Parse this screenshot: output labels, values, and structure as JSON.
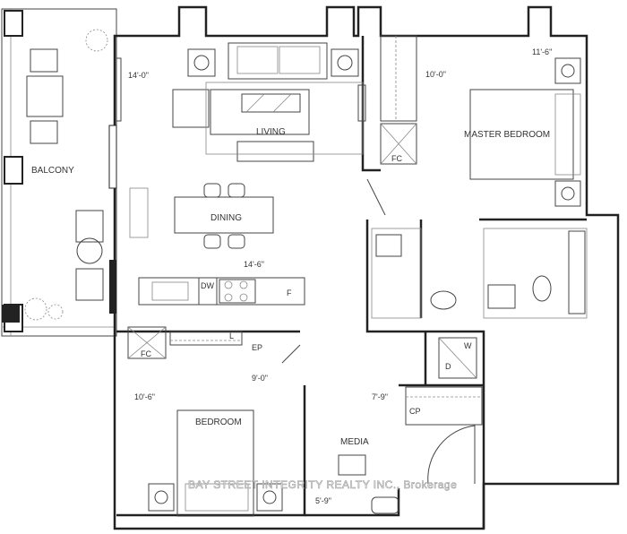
{
  "rooms": {
    "balcony": "BALCONY",
    "living": "LIVING",
    "dining": "DINING",
    "master_bedroom": "MASTER BEDROOM",
    "bedroom": "BEDROOM",
    "media": "MEDIA"
  },
  "fixtures": {
    "fc_master": "FC",
    "fc_bedroom": "FC",
    "dishwasher": "DW",
    "fridge": "F",
    "linen": "L",
    "ep": "EP",
    "washer": "W",
    "dryer": "D",
    "coat_closet": "CP"
  },
  "dimensions": {
    "living": "14'-0\"",
    "master_closet": "10'-0\"",
    "master_bedroom": "11'-6\"",
    "kitchen": "14'-6\"",
    "bedroom_width": "10'-6\"",
    "bedroom_depth": "9'-0\"",
    "media_depth": "7'-9\"",
    "media_width": "5'-9\""
  },
  "watermark": "BAY STREET INTEGRITY REALTY INC., Brokerage"
}
